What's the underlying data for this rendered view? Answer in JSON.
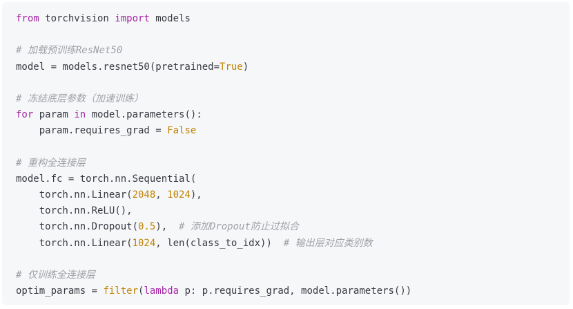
{
  "code": {
    "lines": [
      {
        "tokens": [
          {
            "t": "from",
            "k": "kw"
          },
          {
            "t": " torchvision ",
            "k": "plain"
          },
          {
            "t": "import",
            "k": "kw"
          },
          {
            "t": " models",
            "k": "plain"
          }
        ]
      },
      {
        "tokens": []
      },
      {
        "tokens": [
          {
            "t": "# 加载预训练ResNet50",
            "k": "comment"
          }
        ]
      },
      {
        "tokens": [
          {
            "t": "model = models.resnet50(pretrained=",
            "k": "plain"
          },
          {
            "t": "True",
            "k": "num"
          },
          {
            "t": ")",
            "k": "plain"
          }
        ]
      },
      {
        "tokens": []
      },
      {
        "tokens": [
          {
            "t": "# 冻结底层参数（加速训练）",
            "k": "comment"
          }
        ]
      },
      {
        "tokens": [
          {
            "t": "for",
            "k": "kw"
          },
          {
            "t": " param ",
            "k": "plain"
          },
          {
            "t": "in",
            "k": "kw"
          },
          {
            "t": " model.parameters():",
            "k": "plain"
          }
        ]
      },
      {
        "tokens": [
          {
            "t": "    param.requires_grad = ",
            "k": "plain"
          },
          {
            "t": "False",
            "k": "num"
          }
        ]
      },
      {
        "tokens": []
      },
      {
        "tokens": [
          {
            "t": "# 重构全连接层",
            "k": "comment"
          }
        ]
      },
      {
        "tokens": [
          {
            "t": "model.fc = torch.nn.Sequential(",
            "k": "plain"
          }
        ]
      },
      {
        "tokens": [
          {
            "t": "    torch.nn.Linear(",
            "k": "plain"
          },
          {
            "t": "2048",
            "k": "num"
          },
          {
            "t": ", ",
            "k": "plain"
          },
          {
            "t": "1024",
            "k": "num"
          },
          {
            "t": "),",
            "k": "plain"
          }
        ]
      },
      {
        "tokens": [
          {
            "t": "    torch.nn.ReLU(),",
            "k": "plain"
          }
        ]
      },
      {
        "tokens": [
          {
            "t": "    torch.nn.Dropout(",
            "k": "plain"
          },
          {
            "t": "0.5",
            "k": "num"
          },
          {
            "t": "),  ",
            "k": "plain"
          },
          {
            "t": "# 添加Dropout防止过拟合",
            "k": "comment"
          }
        ]
      },
      {
        "tokens": [
          {
            "t": "    torch.nn.Linear(",
            "k": "plain"
          },
          {
            "t": "1024",
            "k": "num"
          },
          {
            "t": ", len(class_to_idx))  ",
            "k": "plain"
          },
          {
            "t": "# 输出层对应类别数",
            "k": "comment"
          }
        ]
      },
      {
        "tokens": []
      },
      {
        "tokens": [
          {
            "t": "# 仅训练全连接层",
            "k": "comment"
          }
        ]
      },
      {
        "tokens": [
          {
            "t": "optim_params = ",
            "k": "plain"
          },
          {
            "t": "filter",
            "k": "num"
          },
          {
            "t": "(",
            "k": "plain"
          },
          {
            "t": "lambda",
            "k": "kw"
          },
          {
            "t": " p: p.requires_grad, model.parameters())",
            "k": "plain"
          }
        ]
      }
    ]
  },
  "colors": {
    "background": "#f6f7f9",
    "keyword": "#a626a4",
    "number": "#c18401",
    "comment": "#a0a1a7",
    "text": "#383a42"
  }
}
